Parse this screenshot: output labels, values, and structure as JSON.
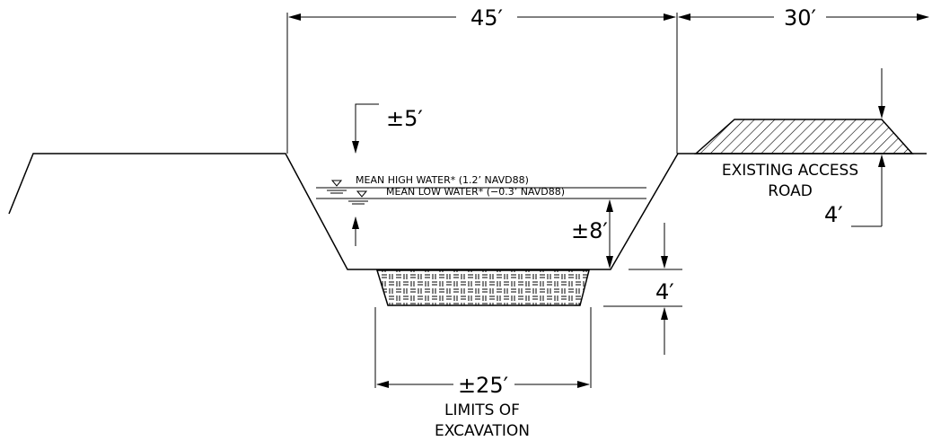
{
  "dimensions": {
    "channel_width": "45′",
    "offset_to_road": "30′",
    "top_depth": "±5′",
    "water_depth": "±8′",
    "excavation_depth": "4′",
    "road_height": "4′",
    "excavation_width": "±25′"
  },
  "labels": {
    "mean_high_water": "MEAN HIGH WATER* (1.2’ NAVD88)",
    "mean_low_water": "MEAN LOW WATER* (−0.3’ NAVD88)",
    "road_line1": "EXISTING ACCESS",
    "road_line2": "ROAD",
    "excavation_line1": "LIMITS OF",
    "excavation_line2": "EXCAVATION"
  }
}
